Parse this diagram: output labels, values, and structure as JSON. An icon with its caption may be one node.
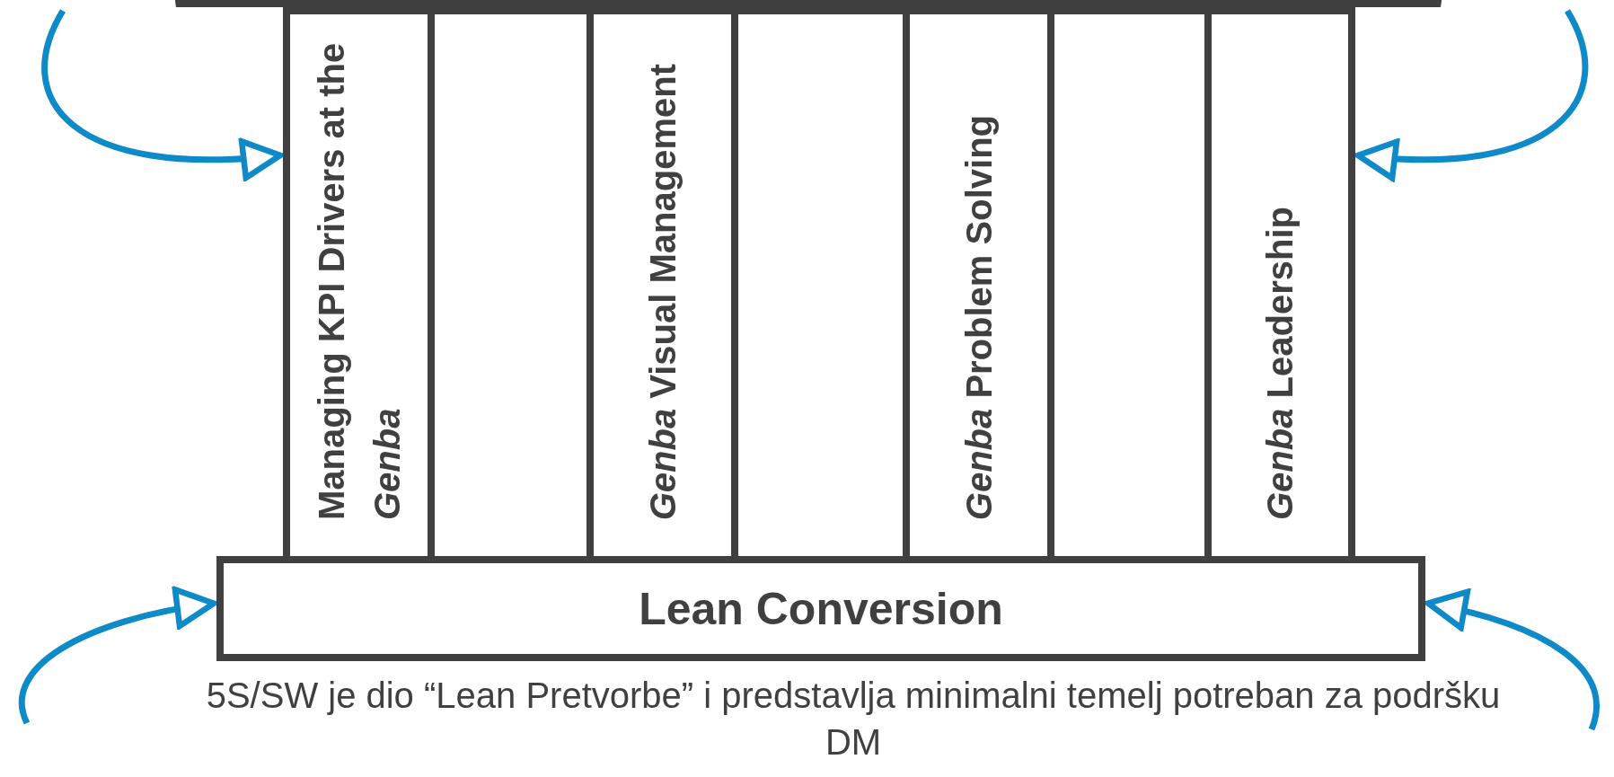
{
  "diagram": {
    "caption": "5S/SW je dio “Lean Pretvorbe” i predstavlja minimalni temelj potreban za podršku DM",
    "nodes": [
      {
        "text": [],
        "shape": "roof"
      },
      {
        "text": [
          "Managing KPI Drivers at the *Genba*"
        ]
      },
      {
        "text": [],
        "shape": "box"
      },
      {
        "text": [
          "*Genba* Visual Management"
        ]
      },
      {
        "text": [],
        "shape": "box"
      },
      {
        "text": [
          "*Genba* Problem Solving"
        ]
      },
      {
        "text": [],
        "shape": "box"
      },
      {
        "text": [
          "*Genba* Leadership"
        ]
      },
      {
        "text": [
          "Lean Conversion"
        ]
      }
    ],
    "edges": [
      {
        "from": null,
        "to": 1,
        "arrow": "to"
      },
      {
        "from": null,
        "to": 7,
        "arrow": "to"
      },
      {
        "from": null,
        "to": 8,
        "arrow": "to"
      },
      {
        "from": null,
        "to": 8,
        "arrow": "to"
      }
    ]
  }
}
